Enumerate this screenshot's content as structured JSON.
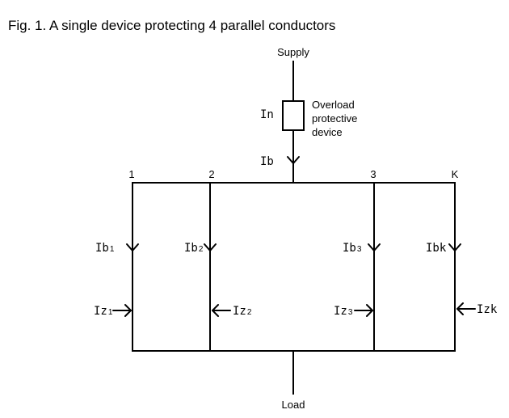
{
  "figure": {
    "caption": "Fig. 1. A single device protecting 4 parallel conductors"
  },
  "labels": {
    "supply": "Supply",
    "load": "Load",
    "in_label": "In",
    "ib_label": "Ib",
    "device": [
      "Overload",
      "protective",
      "device"
    ]
  },
  "nodes": [
    "1",
    "2",
    "3",
    "K"
  ],
  "branches": [
    {
      "ib": "Ib",
      "ib_sub": "1",
      "iz": "Iz",
      "iz_sub": "1"
    },
    {
      "ib": "Ib",
      "ib_sub": "2",
      "iz": "Iz",
      "iz_sub": "2"
    },
    {
      "ib": "Ib",
      "ib_sub": "3",
      "iz": "Iz",
      "iz_sub": "3"
    },
    {
      "ib": "Ibk",
      "ib_sub": "",
      "iz": "Izk",
      "iz_sub": ""
    }
  ]
}
